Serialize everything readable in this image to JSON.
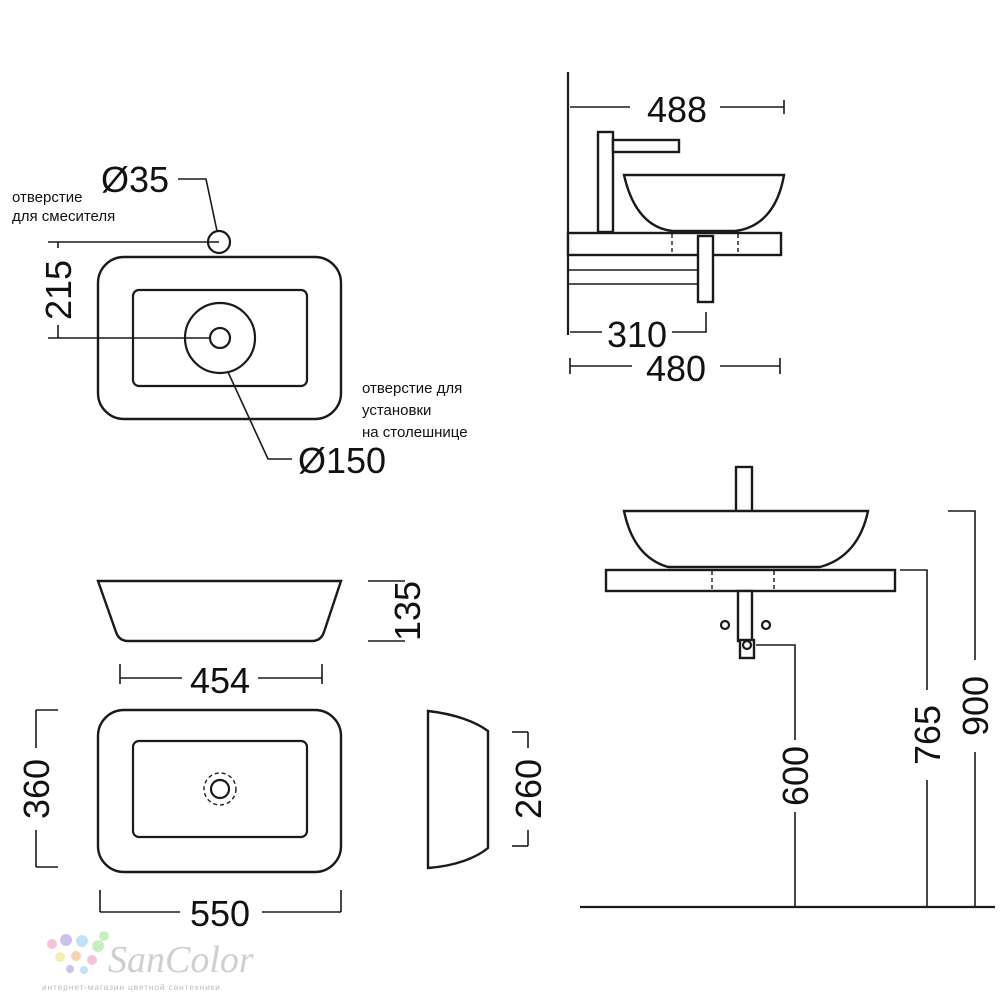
{
  "dimensions": {
    "mixer_hole_diameter": "Ø35",
    "mixer_hole_offset": "215",
    "mount_hole_diameter": "Ø150",
    "depth_side": "488",
    "wall_to_drain": "310",
    "countertop_depth": "480",
    "bowl_height": "135",
    "bottom_width": "454",
    "top_depth": "360",
    "top_width": "550",
    "side_profile_depth": "260",
    "drain_height": "600",
    "countertop_height": "765",
    "total_height": "900"
  },
  "notes": {
    "mixer_hole_line1": "отверстие",
    "mixer_hole_line2": "для смесителя",
    "mount_hole_line1": "отверстие для",
    "mount_hole_line2": "установки",
    "mount_hole_line3": "на столешнице"
  },
  "brand": {
    "logo_text": "SanColor",
    "tagline": "интернет-магазин цветной сантехники",
    "dot_colors": [
      "#f6c3d8",
      "#c9c3f2",
      "#bfe3f4",
      "#c8efc2",
      "#f7efb0",
      "#f7d3b0"
    ]
  }
}
